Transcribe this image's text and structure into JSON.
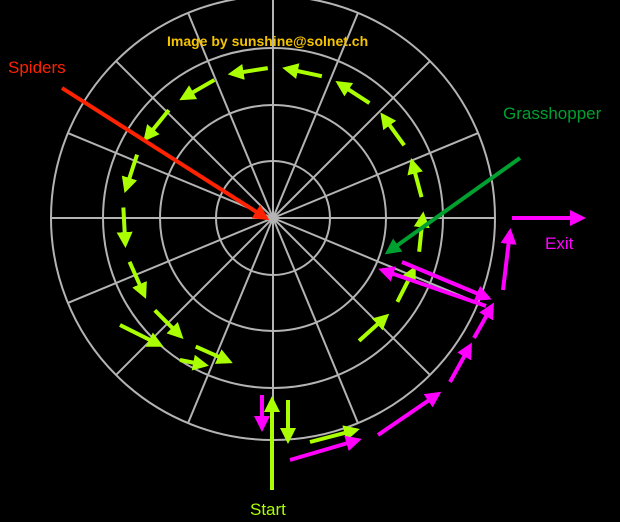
{
  "credit": "Image by sunshine@solnet.ch",
  "labels": {
    "spiders": "Spiders",
    "grasshopper": "Grasshopper",
    "exit": "Exit",
    "start": "Start"
  },
  "colors": {
    "background": "#000000",
    "web": "#b4b4b4",
    "path": "#aaff00",
    "exit_path": "#ff00ff",
    "spiders": "#ff2200",
    "grasshopper": "#00a030",
    "credit": "#f5c400"
  }
}
